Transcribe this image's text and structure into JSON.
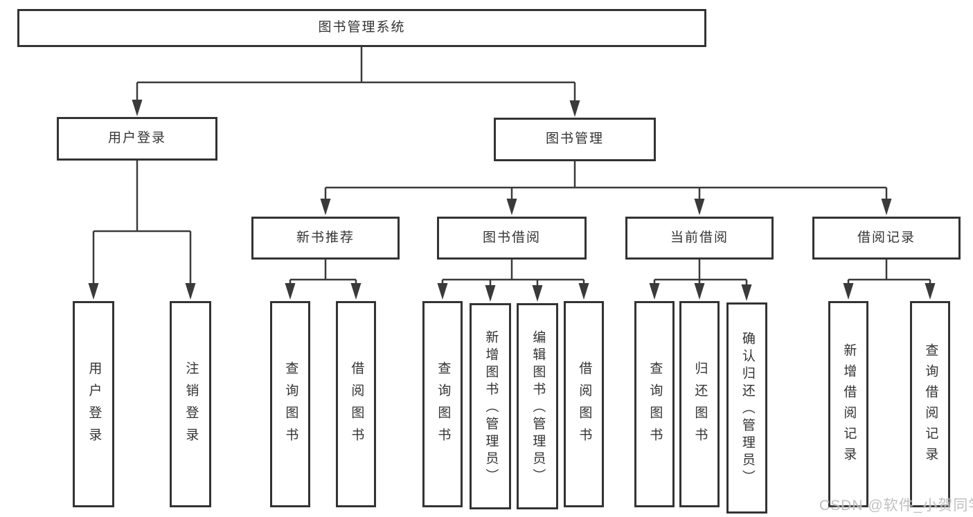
{
  "diagram": {
    "root": {
      "label": "图书管理系统"
    },
    "branches": [
      {
        "label": "用户登录",
        "children": [
          "用户登录",
          "注销登录"
        ]
      },
      {
        "label": "图书管理",
        "sections": [
          {
            "label": "新书推荐",
            "children": [
              "查询图书",
              "借阅图书"
            ]
          },
          {
            "label": "图书借阅",
            "children": [
              "查询图书",
              "新增图书（管理员）",
              "编辑图书（管理员）",
              "借阅图书"
            ]
          },
          {
            "label": "当前借阅",
            "children": [
              "查询图书",
              "归还图书",
              "确认归还（管理员）"
            ]
          },
          {
            "label": "借阅记录",
            "children": [
              "新增借阅记录",
              "查询借阅记录"
            ]
          }
        ]
      }
    ]
  },
  "watermark": "CSDN @软件_小贺同学",
  "colors": {
    "line": "#3a3a3a",
    "box_border": "#333333",
    "box_fill": "#ffffff",
    "text": "#333333",
    "watermark": "#b9b9b9",
    "background": "#ffffff"
  }
}
